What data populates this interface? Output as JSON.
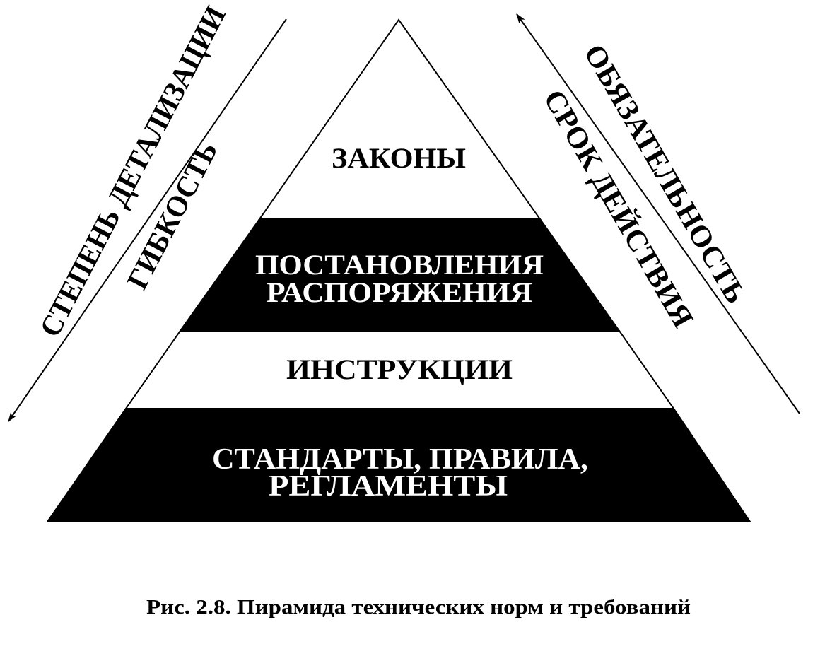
{
  "tiers": [
    {
      "lines": [
        "ЗАКОНЫ"
      ],
      "fill": "#ffffff",
      "text_color": "#000000"
    },
    {
      "lines": [
        "ПОСТАНОВЛЕНИЯ",
        "РАСПОРЯЖЕНИЯ"
      ],
      "fill": "#000000",
      "text_color": "#ffffff"
    },
    {
      "lines": [
        "ИНСТРУКЦИИ"
      ],
      "fill": "#ffffff",
      "text_color": "#000000"
    },
    {
      "lines": [
        "СТАНДАРТЫ, ПРАВИЛА,",
        "РЕГЛАМЕНТЫ"
      ],
      "fill": "#000000",
      "text_color": "#ffffff"
    }
  ],
  "left_axis": {
    "outer_label": "СТЕПЕНЬ ДЕТАЛИЗАЦИИ",
    "inner_label": "ГИБКОСТЬ",
    "arrow_direction": "down"
  },
  "right_axis": {
    "outer_label": "ОБЯЗАТЕЛЬНОСТЬ",
    "inner_label": "СРОК ДЕЙСТВИЯ",
    "arrow_direction": "up"
  },
  "caption": "Рис. 2.8. Пирамида технических норм и требований"
}
